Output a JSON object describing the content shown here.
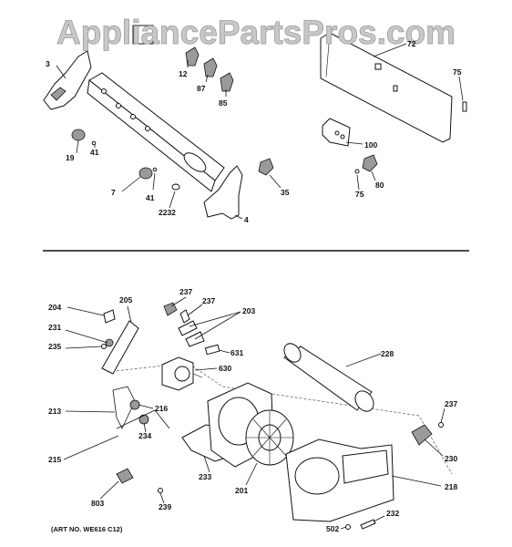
{
  "watermark": "AppliancePartsPros.com",
  "art_note": "(ART NO. WE616 C12)",
  "upper_callouts": [
    "3",
    "12",
    "87",
    "85",
    "72",
    "75",
    "100",
    "19",
    "41",
    "7",
    "41",
    "2232",
    "4",
    "35",
    "75",
    "80"
  ],
  "lower_callouts": [
    "204",
    "205",
    "237",
    "237",
    "203",
    "231",
    "235",
    "631",
    "228",
    "630",
    "213",
    "216",
    "234",
    "237",
    "215",
    "233",
    "201",
    "230",
    "218",
    "803",
    "239",
    "232",
    "502"
  ]
}
